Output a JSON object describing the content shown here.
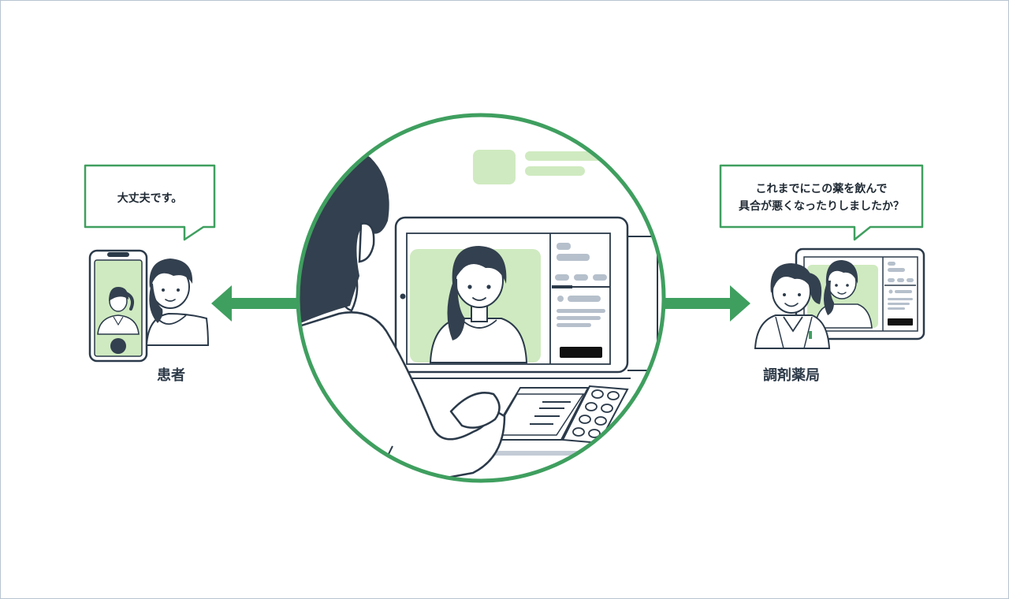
{
  "patient": {
    "label": "患者",
    "speech": "大丈夫です。"
  },
  "pharmacy": {
    "label": "調剤薬局",
    "speech_line1": "これまでにこの薬を飲んで",
    "speech_line2": "具合が悪くなったりしましたか？"
  },
  "colors": {
    "accent_green": "#3f9f5f",
    "light_green": "#cfeac0",
    "outline": "#2b3a4a",
    "hair": "#33404f",
    "gray_ui": "#b6c0cc",
    "border": "#b8c4d0"
  },
  "icons": [
    "smartphone-icon",
    "tablet-icon",
    "arrow-left-icon",
    "arrow-right-icon",
    "pill-pack-icon",
    "prescription-paper-icon"
  ]
}
